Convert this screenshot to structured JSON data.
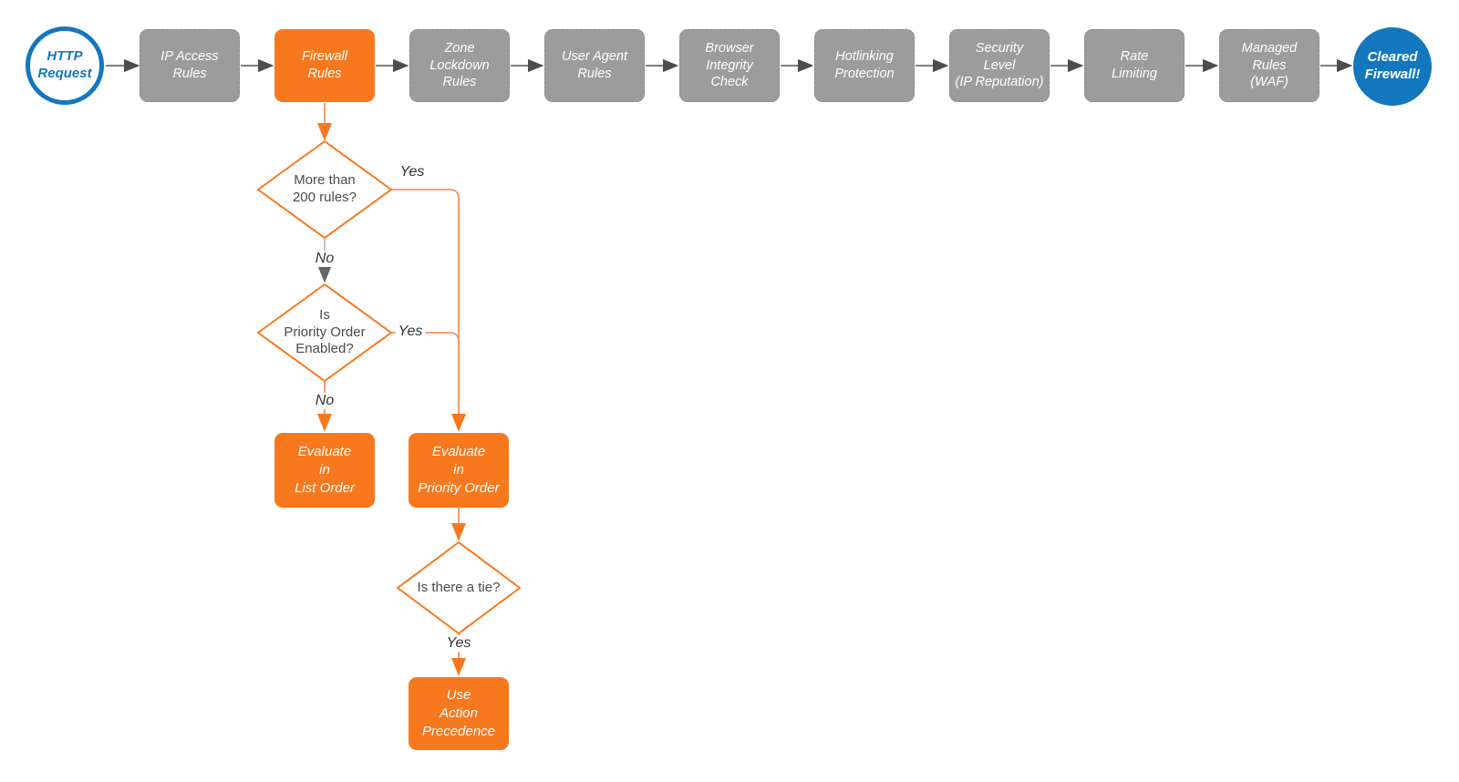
{
  "diagram": {
    "title_hint": "HTTP request firewall evaluation flowchart",
    "start": {
      "label": "HTTP\nRequest"
    },
    "end": {
      "label": "Cleared\nFirewall!"
    },
    "stages": [
      {
        "label": "IP Access\nRules",
        "highlighted": false
      },
      {
        "label": "Firewall\nRules",
        "highlighted": true
      },
      {
        "label": "Zone\nLockdown\nRules",
        "highlighted": false
      },
      {
        "label": "User Agent\nRules",
        "highlighted": false
      },
      {
        "label": "Browser\nIntegrity\nCheck",
        "highlighted": false
      },
      {
        "label": "Hotlinking\nProtection",
        "highlighted": false
      },
      {
        "label": "Security\nLevel\n(IP Reputation)",
        "highlighted": false
      },
      {
        "label": "Rate\nLimiting",
        "highlighted": false
      },
      {
        "label": "Managed\nRules\n(WAF)",
        "highlighted": false
      }
    ],
    "decisions": [
      {
        "label": "More than\n200 rules?"
      },
      {
        "label": "Is\nPriority Order\nEnabled?"
      },
      {
        "label": "Is there a tie?"
      }
    ],
    "actions": [
      {
        "label": "Evaluate\nin\nList Order"
      },
      {
        "label": "Evaluate\nin\nPriority Order"
      },
      {
        "label": "Use\nAction\nPrecedence"
      }
    ],
    "edge_labels": {
      "yes1": "Yes",
      "no1": "No",
      "yes2": "Yes",
      "no2": "No",
      "yes3": "Yes"
    }
  },
  "colors": {
    "accent_orange": "#F8781E",
    "orange_line": "#F9935C",
    "node_gray": "#9C9C9C",
    "brand_blue": "#1577BE",
    "end_blue": "#1277BD",
    "arrow_gray": "#4D4D4D",
    "no_line_gray": "#B5B5B5",
    "diamond_text": "#4A4A4A"
  }
}
